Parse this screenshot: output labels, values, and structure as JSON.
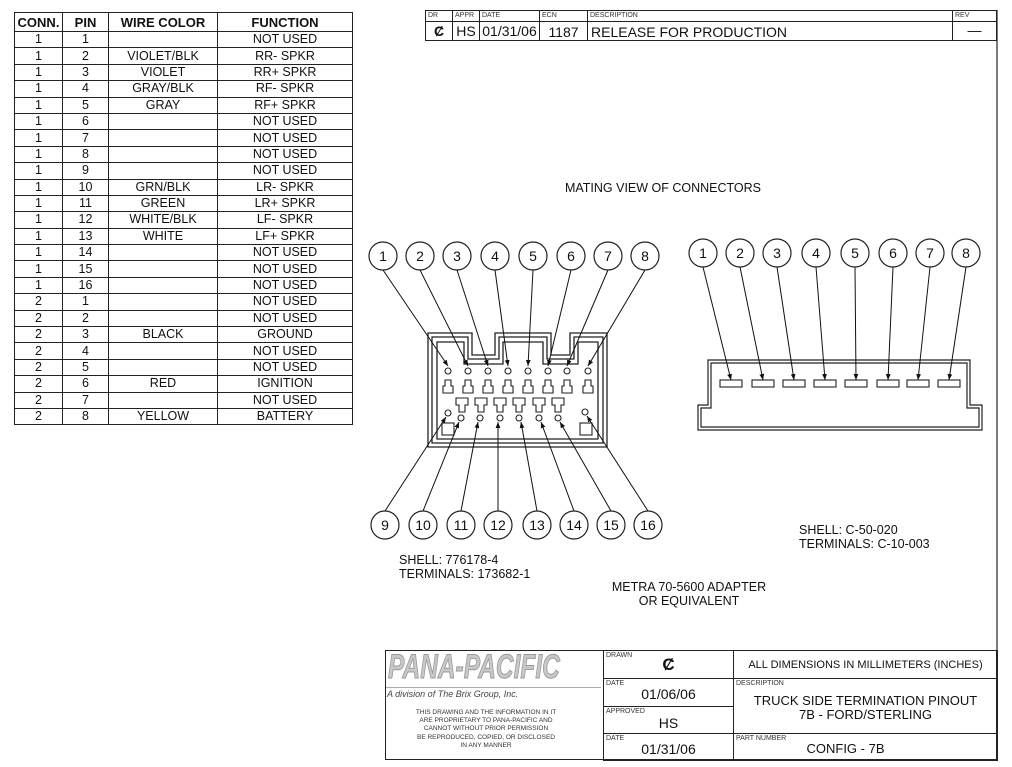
{
  "pin_table": {
    "headers": [
      "CONN.",
      "PIN",
      "WIRE COLOR",
      "FUNCTION"
    ],
    "rows": [
      [
        "1",
        "1",
        "",
        "NOT USED"
      ],
      [
        "1",
        "2",
        "VIOLET/BLK",
        "RR- SPKR"
      ],
      [
        "1",
        "3",
        "VIOLET",
        "RR+ SPKR"
      ],
      [
        "1",
        "4",
        "GRAY/BLK",
        "RF- SPKR"
      ],
      [
        "1",
        "5",
        "GRAY",
        "RF+ SPKR"
      ],
      [
        "1",
        "6",
        "",
        "NOT USED"
      ],
      [
        "1",
        "7",
        "",
        "NOT USED"
      ],
      [
        "1",
        "8",
        "",
        "NOT USED"
      ],
      [
        "1",
        "9",
        "",
        "NOT USED"
      ],
      [
        "1",
        "10",
        "GRN/BLK",
        "LR- SPKR"
      ],
      [
        "1",
        "11",
        "GREEN",
        "LR+ SPKR"
      ],
      [
        "1",
        "12",
        "WHITE/BLK",
        "LF- SPKR"
      ],
      [
        "1",
        "13",
        "WHITE",
        "LF+ SPKR"
      ],
      [
        "1",
        "14",
        "",
        "NOT USED"
      ],
      [
        "1",
        "15",
        "",
        "NOT USED"
      ],
      [
        "1",
        "16",
        "",
        "NOT USED"
      ],
      [
        "2",
        "1",
        "",
        "NOT USED"
      ],
      [
        "2",
        "2",
        "",
        "NOT USED"
      ],
      [
        "2",
        "3",
        "BLACK",
        "GROUND"
      ],
      [
        "2",
        "4",
        "",
        "NOT USED"
      ],
      [
        "2",
        "5",
        "",
        "NOT USED"
      ],
      [
        "2",
        "6",
        "RED",
        "IGNITION"
      ],
      [
        "2",
        "7",
        "",
        "NOT USED"
      ],
      [
        "2",
        "8",
        "YELLOW",
        "BATTERY"
      ]
    ]
  },
  "revision_block": {
    "headers": {
      "dr": "DR",
      "appr": "APPR",
      "date": "DATE",
      "ecn": "ECN",
      "description": "DESCRIPTION",
      "rev": "REV"
    },
    "row": {
      "dr": "Ȼ",
      "appr": "HS",
      "date": "01/31/06",
      "ecn": "1187",
      "description": "RELEASE FOR PRODUCTION",
      "rev": "—"
    }
  },
  "drawing": {
    "title": "MATING VIEW OF CONNECTORS",
    "connector1": {
      "top_pins": [
        "1",
        "2",
        "3",
        "4",
        "5",
        "6",
        "7",
        "8"
      ],
      "bottom_pins": [
        "9",
        "10",
        "11",
        "12",
        "13",
        "14",
        "15",
        "16"
      ],
      "shell": "SHELL: 776178-4",
      "terminals": "TERMINALS: 173682-1"
    },
    "connector2": {
      "pins": [
        "1",
        "2",
        "3",
        "4",
        "5",
        "6",
        "7",
        "8"
      ],
      "shell": "SHELL: C-50-020",
      "terminals": "TERMINALS: C-10-003"
    },
    "adapter_line1": "METRA 70-5600 ADAPTER",
    "adapter_line2": "OR EQUIVALENT"
  },
  "title_block": {
    "logo": "PANA-PACIFIC",
    "division": "A division of The Brix Group, Inc.",
    "proprietary": [
      "THIS DRAWING AND THE INFORMATION IN IT",
      "ARE PROPRIETARY TO PANA-PACIFIC AND",
      "CANNOT WITHOUT PRIOR PERMISSION",
      "BE REPRODUCED, COPIED, OR DISCLOSED",
      "IN ANY MANNER"
    ],
    "drawn_label": "DRAWN",
    "drawn_value": "Ȼ",
    "date1_label": "DATE",
    "date1_value": "01/06/06",
    "approved_label": "APPROVED",
    "approved_value": "HS",
    "date2_label": "DATE",
    "date2_value": "01/31/06",
    "dimensions_note": "ALL DIMENSIONS IN MILLIMETERS (INCHES)",
    "description_label": "DESCRIPTION",
    "description_line1": "TRUCK SIDE TERMINATION PINOUT",
    "description_line2": "7B - FORD/STERLING",
    "part_number_label": "PART NUMBER",
    "part_number_value": "CONFIG - 7B"
  }
}
